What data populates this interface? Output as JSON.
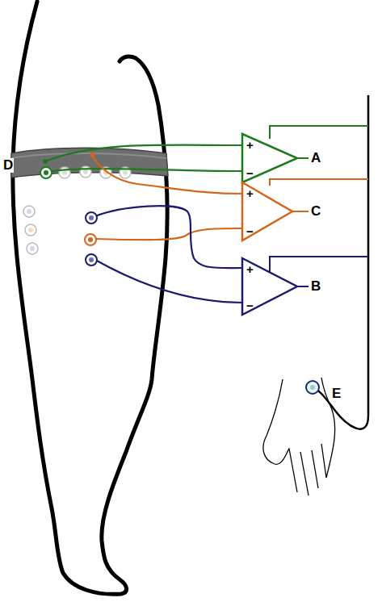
{
  "diagram": {
    "nodes": [
      {
        "text": [
          "+",
          "−"
        ]
      },
      {
        "text": [
          "+",
          "−"
        ]
      },
      {
        "text": [
          "+",
          "−"
        ]
      }
    ],
    "labels": [
      "A",
      "C",
      "B",
      "D",
      "E"
    ]
  }
}
